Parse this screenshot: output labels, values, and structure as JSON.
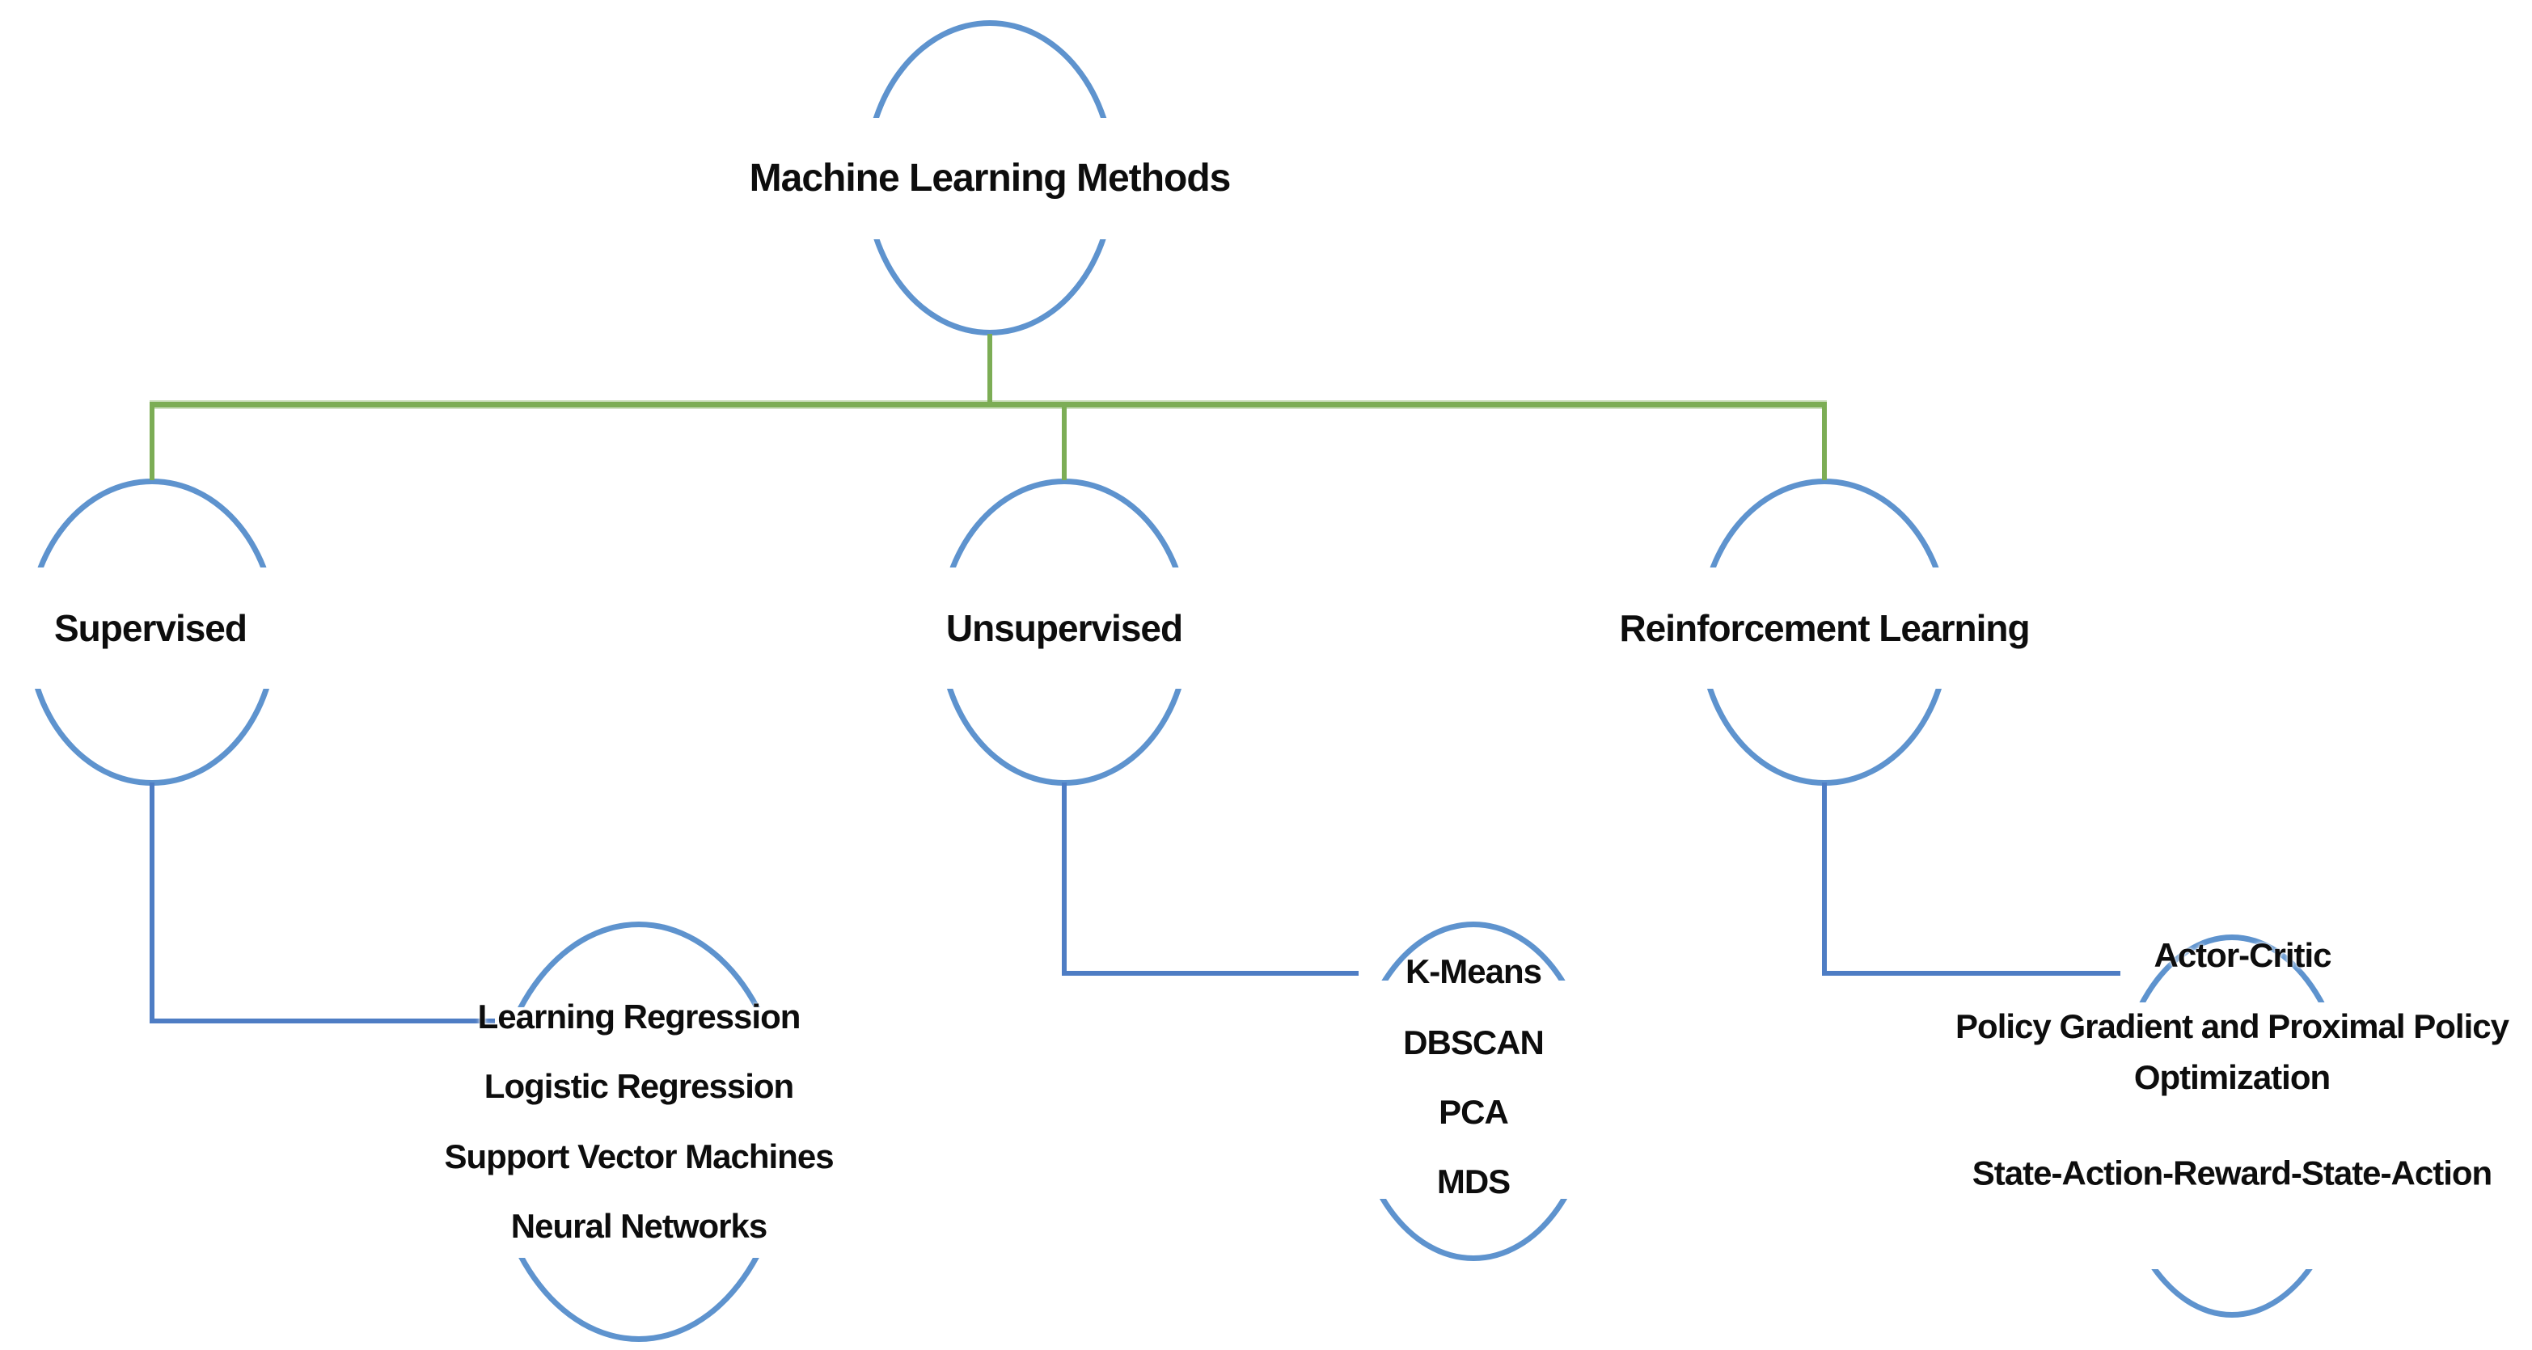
{
  "diagram_title": "Machine Learning Methods",
  "branches": [
    {
      "label": "Supervised",
      "children": [
        "Learning Regression",
        "Logistic Regression",
        "Support Vector Machines",
        "Neural Networks"
      ]
    },
    {
      "label": "Unsupervised",
      "children": [
        "K-Means",
        "DBSCAN",
        "PCA",
        "MDS"
      ]
    },
    {
      "label": "Reinforcement Learning",
      "children": [
        "Actor-Critic",
        "Policy Gradient and Proximal Policy Optimization",
        "State-Action-Reward-State-Action"
      ]
    }
  ],
  "colors": {
    "arc_blue": "#5E93CE",
    "line_blue": "#4E7DC4",
    "line_green": "#7CAD55",
    "text": "#0D0D0D",
    "background": "#FFFFFF"
  }
}
